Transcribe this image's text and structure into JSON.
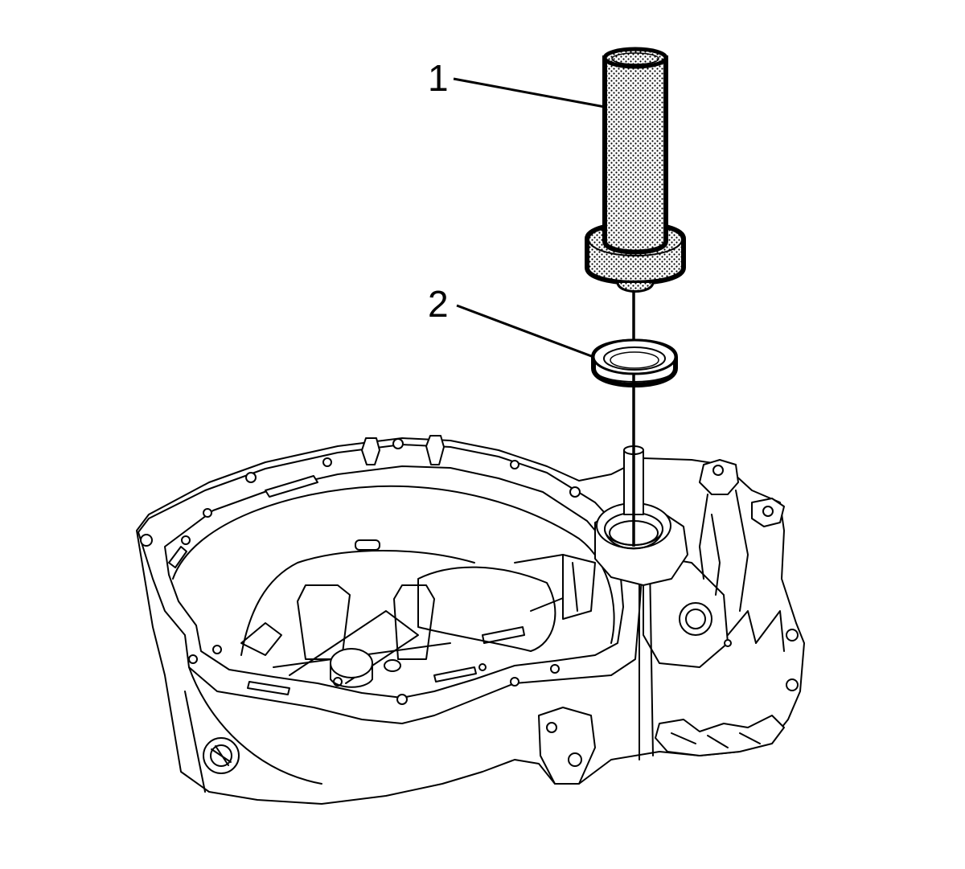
{
  "callouts": [
    {
      "number": "1",
      "part": "installer-tool"
    },
    {
      "number": "2",
      "part": "seal"
    }
  ],
  "colors": {
    "line": "#000000",
    "background": "#ffffff",
    "stipple": "#000000"
  }
}
